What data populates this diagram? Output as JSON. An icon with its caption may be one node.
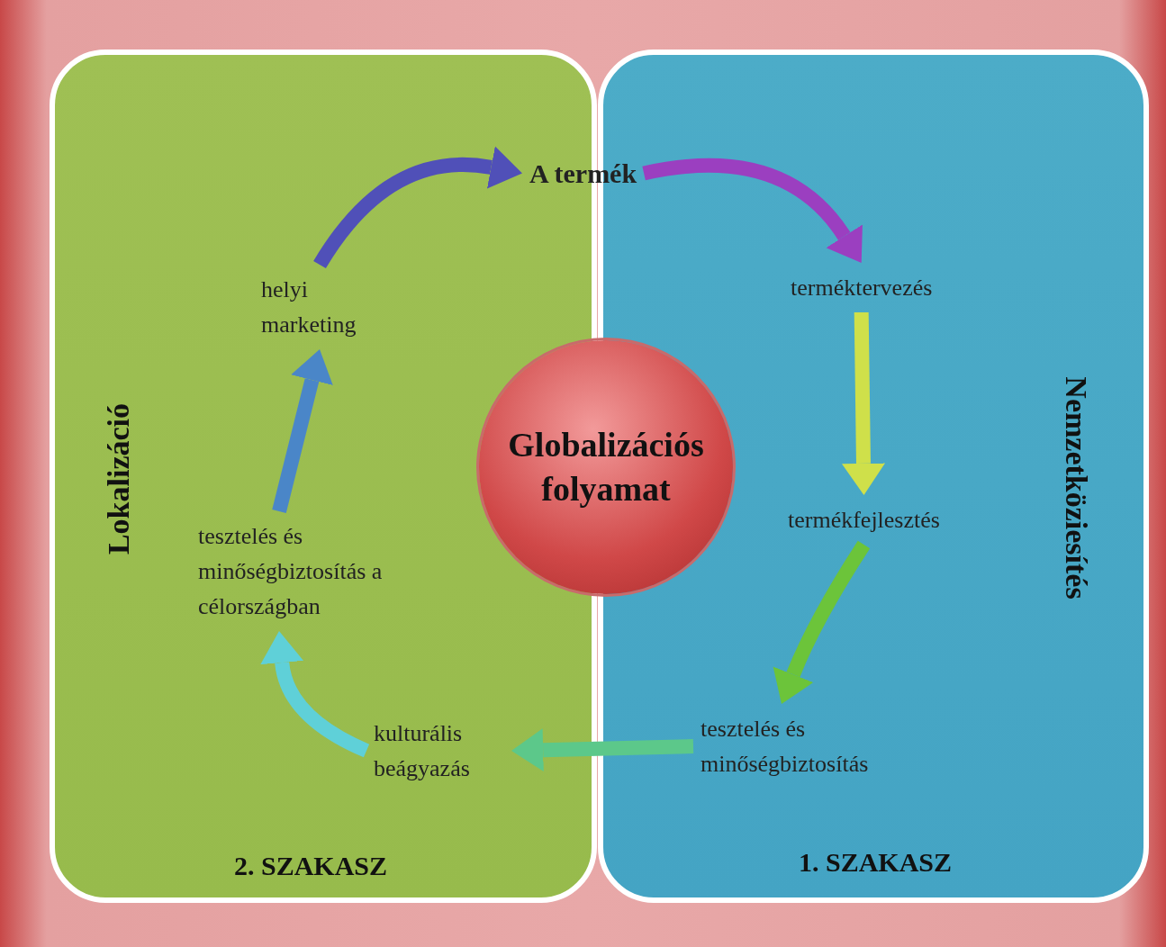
{
  "diagram": {
    "nodes": [
      {
        "text": [
          "Lokalizáció",
          "2. SZAKASZ"
        ]
      },
      {
        "text": [
          "Nemzetköziesítés",
          "1. SZAKASZ"
        ]
      },
      {
        "text": [
          "Globalizációs folyamat"
        ]
      },
      {
        "text": [
          "A termék"
        ]
      },
      {
        "text": [
          "terméktervezés"
        ],
        "in": 1
      },
      {
        "text": [
          "termékfejlesztés"
        ],
        "in": 1
      },
      {
        "text": [
          "tesztelés és minőségbiztosítás"
        ],
        "in": 1
      },
      {
        "text": [
          "kulturális beágyazás"
        ],
        "in": 0
      },
      {
        "text": [
          "tesztelés és minőségbiztosítás a célországban"
        ],
        "in": 0
      },
      {
        "text": [
          "helyi marketing"
        ],
        "in": 0
      }
    ],
    "edges": [
      {
        "from": 3,
        "to": 4,
        "arrow": "to",
        "color": "#9b3fc0"
      },
      {
        "from": 4,
        "to": 5,
        "arrow": "to",
        "color": "#cfe04a"
      },
      {
        "from": 5,
        "to": 6,
        "arrow": "to",
        "color": "#6cc43a"
      },
      {
        "from": 6,
        "to": 7,
        "arrow": "to",
        "color": "#5cc88a"
      },
      {
        "from": 7,
        "to": 8,
        "arrow": "to",
        "color": "#5fd0d8"
      },
      {
        "from": 8,
        "to": 9,
        "arrow": "to",
        "color": "#4a86c8"
      },
      {
        "from": 9,
        "to": 3,
        "arrow": "to",
        "color": "#5050b8"
      }
    ]
  }
}
